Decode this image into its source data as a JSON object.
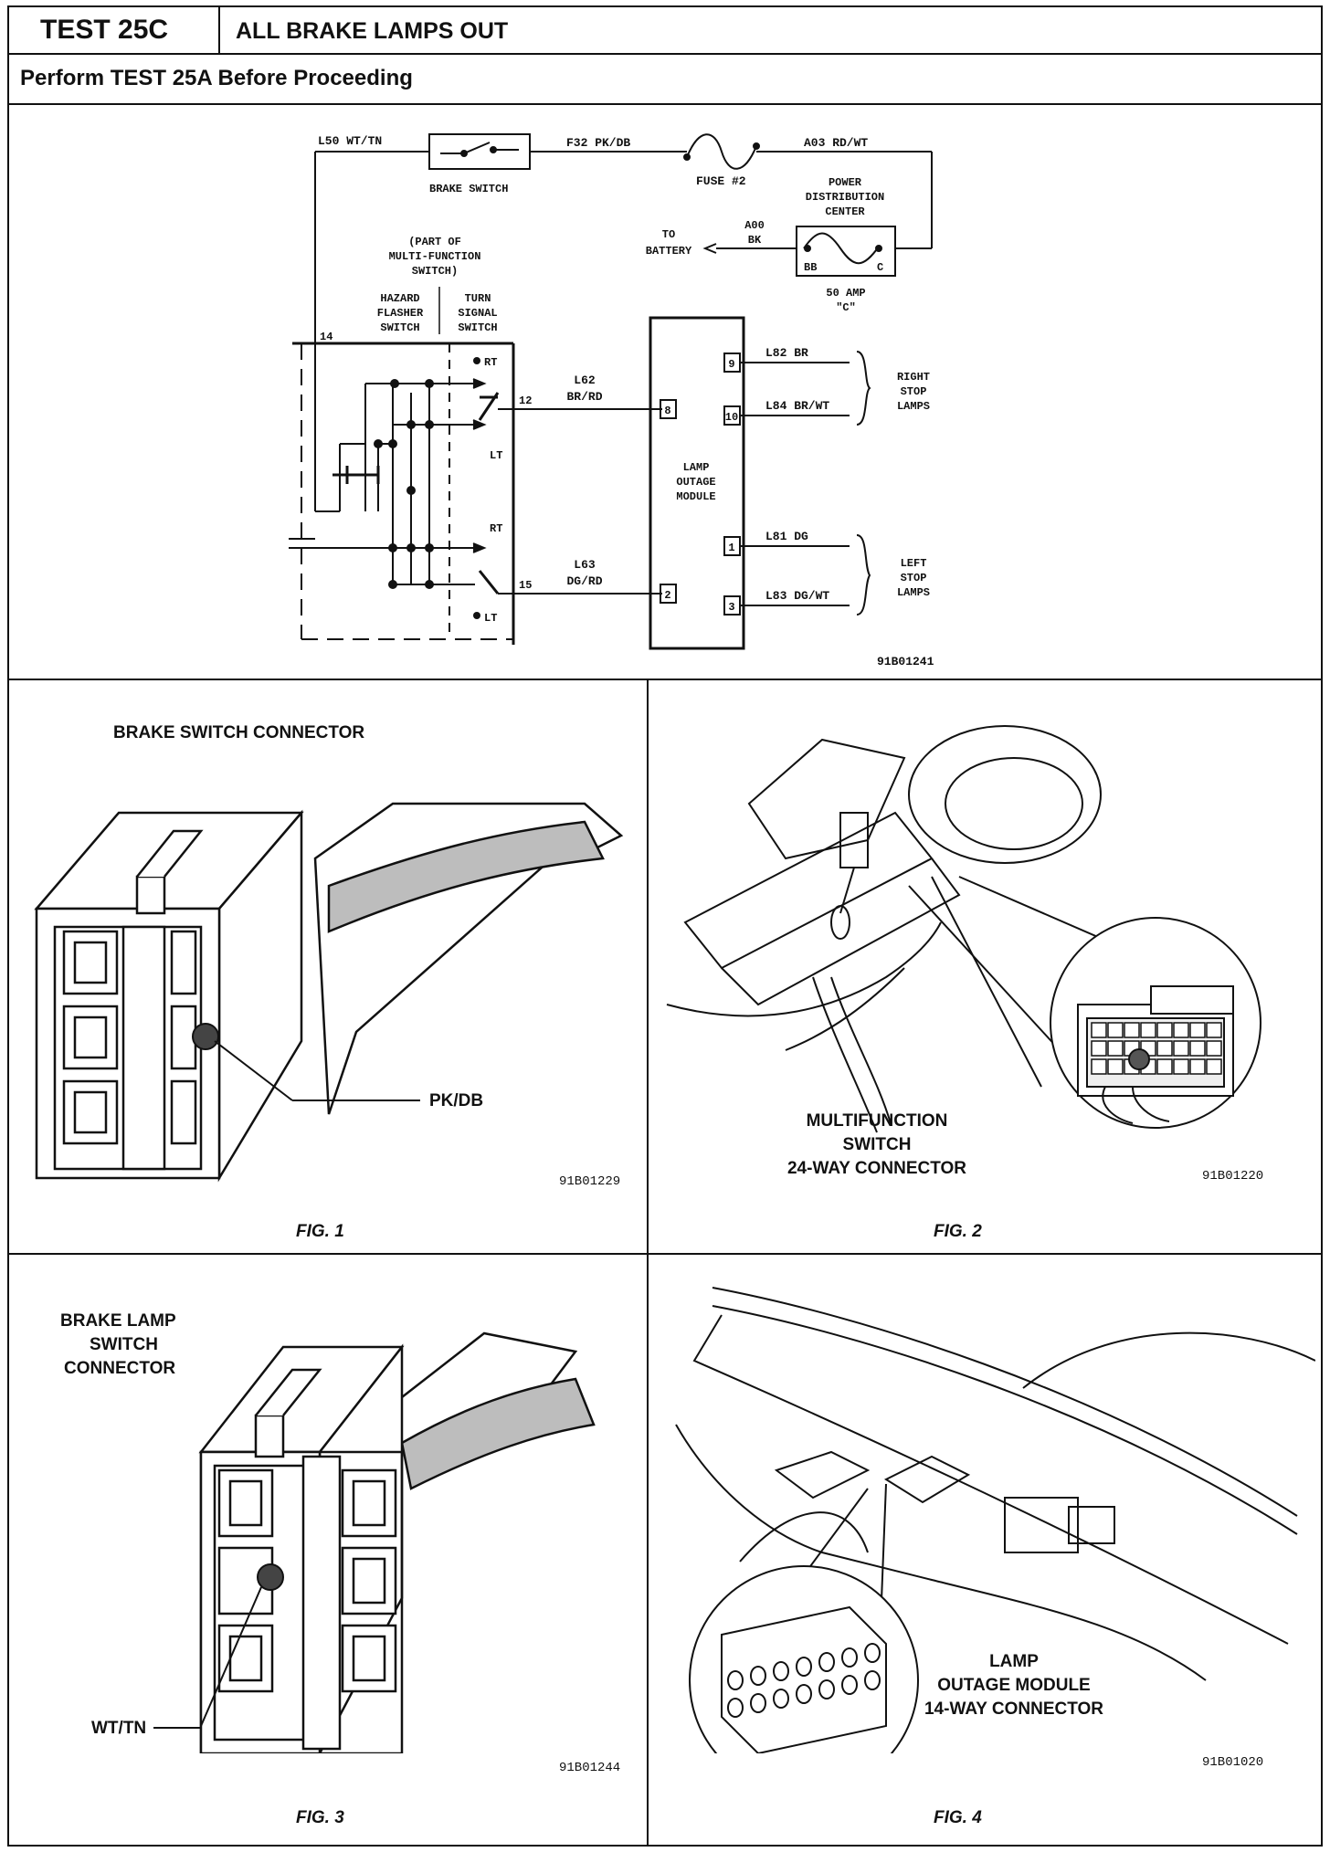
{
  "header": {
    "test_id": "TEST 25C",
    "title": "ALL BRAKE LAMPS OUT",
    "prerequisite": "Perform TEST 25A Before Proceeding"
  },
  "schematic": {
    "code": "91B01241",
    "labels": {
      "l50": "L50 WT/TN",
      "brake_switch": "BRAKE SWITCH",
      "f32": "F32 PK/DB",
      "fuse": "FUSE #2",
      "a03": "A03 RD/WT",
      "pdc": [
        "POWER",
        "DISTRIBUTION",
        "CENTER"
      ],
      "to_battery": [
        "TO",
        "BATTERY"
      ],
      "a00": [
        "A00",
        "BK"
      ],
      "bb": "BB",
      "c": "C",
      "amp": [
        "50 AMP",
        "\"C\""
      ],
      "mfs": [
        "(PART OF",
        "MULTI-FUNCTION",
        "SWITCH)"
      ],
      "hazard": [
        "HAZARD",
        "FLASHER",
        "SWITCH"
      ],
      "turn": [
        "TURN",
        "SIGNAL",
        "SWITCH"
      ],
      "pin14": "14",
      "rt": "RT",
      "lt": "LT",
      "pin12": "12",
      "pin15": "15",
      "l62": [
        "L62",
        "BR/RD"
      ],
      "l63": [
        "L63",
        "DG/RD"
      ],
      "lom": [
        "LAMP",
        "OUTAGE",
        "MODULE"
      ],
      "pins": [
        "9",
        "8",
        "10",
        "1",
        "2",
        "3"
      ],
      "l82": "L82 BR",
      "l84": "L84 BR/WT",
      "l81": "L81 DG",
      "l83": "L83 DG/WT",
      "right_stop": [
        "RIGHT",
        "STOP",
        "LAMPS"
      ],
      "left_stop": [
        "LEFT",
        "STOP",
        "LAMPS"
      ]
    }
  },
  "figures": [
    {
      "caption": "BRAKE SWITCH CONNECTOR",
      "callout": "PK/DB",
      "code": "91B01229",
      "label": "FIG. 1"
    },
    {
      "caption": [
        "MULTIFUNCTION",
        "SWITCH",
        "24-WAY CONNECTOR"
      ],
      "code": "91B01220",
      "label": "FIG. 2"
    },
    {
      "caption": [
        "BRAKE LAMP",
        "SWITCH",
        "CONNECTOR"
      ],
      "callout": "WT/TN",
      "code": "91B01244",
      "label": "FIG. 3"
    },
    {
      "caption": [
        "LAMP",
        "OUTAGE MODULE",
        "14-WAY CONNECTOR"
      ],
      "code": "91B01020",
      "label": "FIG. 4"
    }
  ]
}
